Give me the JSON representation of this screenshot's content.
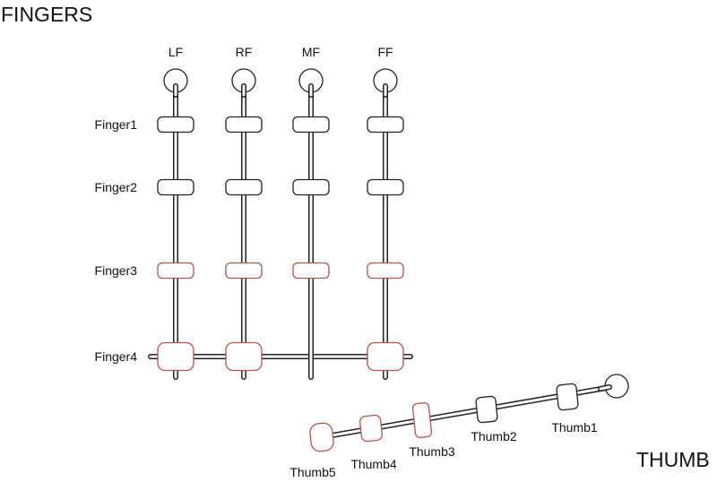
{
  "titles": {
    "fingers": "FINGERS",
    "thumb": "THUMB"
  },
  "colors": {
    "line": "#222222",
    "normal_joint": "#222222",
    "highlight_joint": "#b5524f"
  },
  "fingers": {
    "columns": [
      {
        "id": "LF",
        "label": "LF"
      },
      {
        "id": "RF",
        "label": "RF"
      },
      {
        "id": "MF",
        "label": "MF"
      },
      {
        "id": "FF",
        "label": "FF"
      }
    ],
    "rows": [
      {
        "id": "Finger1",
        "label": "Finger1",
        "highlight": false
      },
      {
        "id": "Finger2",
        "label": "Finger2",
        "highlight": false
      },
      {
        "id": "Finger3",
        "label": "Finger3",
        "highlight": true
      },
      {
        "id": "Finger4",
        "label": "Finger4",
        "highlight": true
      }
    ],
    "finger4_joint_columns": [
      "LF",
      "RF",
      "FF"
    ],
    "finger4_crossbar": true
  },
  "thumb": {
    "joints": [
      {
        "id": "Thumb1",
        "label": "Thumb1",
        "highlight": false
      },
      {
        "id": "Thumb2",
        "label": "Thumb2",
        "highlight": false
      },
      {
        "id": "Thumb3",
        "label": "Thumb3",
        "highlight": true
      },
      {
        "id": "Thumb4",
        "label": "Thumb4",
        "highlight": true
      },
      {
        "id": "Thumb5",
        "label": "Thumb5",
        "highlight": true
      }
    ]
  }
}
